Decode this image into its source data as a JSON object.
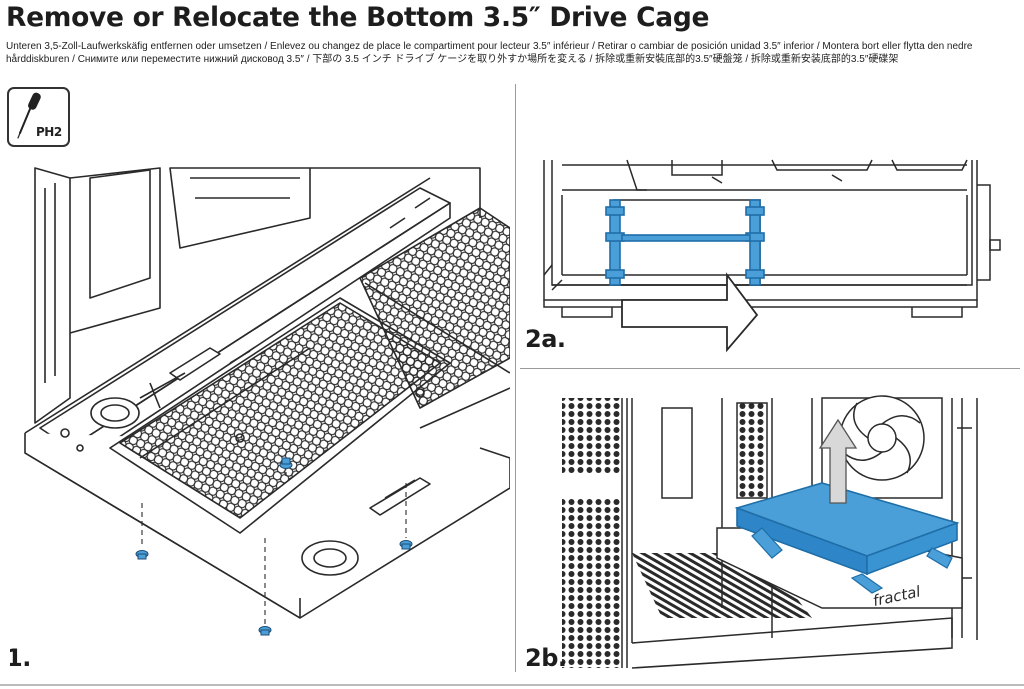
{
  "heading": {
    "title": "Remove or Relocate the Bottom 3.5″ Drive Cage",
    "translations": "Unteren 3,5-Zoll-Laufwerkskäfig entfernen oder umsetzen / Enlevez ou changez de place le compartiment pour lecteur 3.5″ inférieur / Retirar o cambiar de posición unidad 3.5″ inferior / Montera bort eller flytta den nedre hårddiskburen / Снимите или переместите нижний дисковод 3.5″ / 下部の 3.5 インチ ドライブ ケージを取り外すか場所を変える / 拆除或重新安裝底部的3.5″硬盤笼 / 拆除或重新安装底部的3.5″硬碟架"
  },
  "tool": {
    "label": "PH2",
    "icon": "screwdriver-icon"
  },
  "steps": {
    "step1": "1.",
    "step2a": "2a.",
    "step2b": "2b."
  },
  "brand_mark": "fractal",
  "colors": {
    "line": "#2a2a2a",
    "accent_blue": "#4a9fd8",
    "accent_blue_dark": "#1f6ea8",
    "separator": "#9a9a9a"
  }
}
